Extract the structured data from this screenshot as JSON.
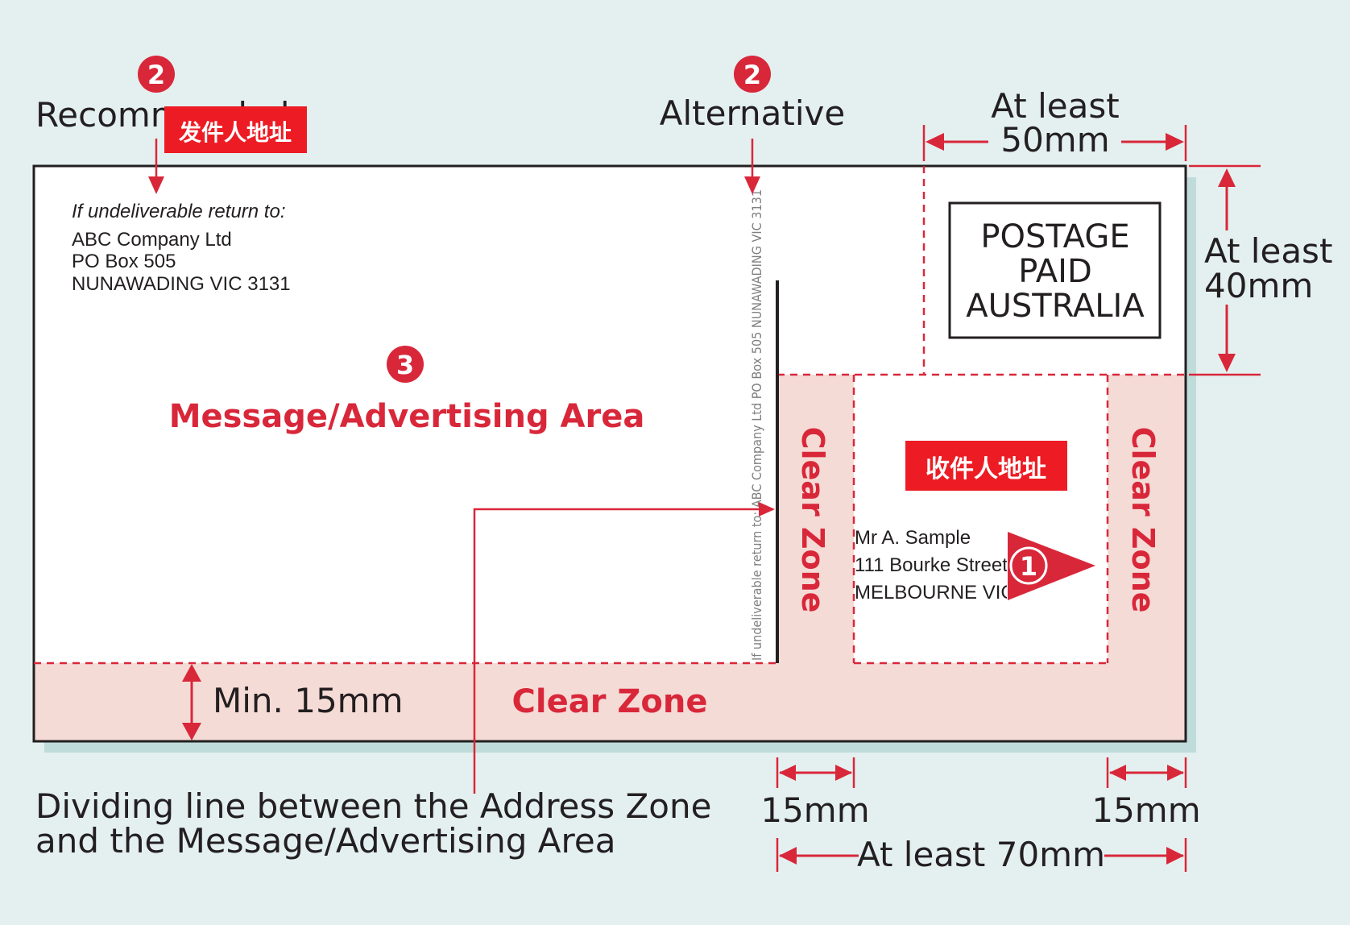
{
  "colors": {
    "background": "#e4f0f0",
    "accent_red": "#d9273a",
    "tag_red": "#ed1c24",
    "clear_zone_fill": "#f5dbd6",
    "envelope": "#ffffff",
    "text": "#231f20"
  },
  "icons": [
    "numbered-circle-icon",
    "arrow-head-icon",
    "triangle-pointer-icon"
  ],
  "labels": {
    "marker_recommended": "2",
    "recommended": "Recommended",
    "marker_alternative": "2",
    "alternative": "Alternative",
    "marker_message": "3",
    "message_area": "Message/Advertising Area",
    "marker_address": "1",
    "sender_tag": "发件人地址",
    "recipient_tag": "收件人地址",
    "clear_zone_right_a": "Clear Zone",
    "clear_zone_right_b": "Clear Zone",
    "clear_zone_bottom": "Clear Zone",
    "min_15mm": "Min. 15mm",
    "dividing_line_1": "Dividing line between the Address Zone",
    "dividing_line_2": "and the Message/Advertising Area"
  },
  "dimensions": {
    "width_line1": "At least",
    "width_line2": "50mm",
    "height_line1": "At least",
    "height_line2": "40mm",
    "left_clear": "15mm",
    "right_clear": "15mm",
    "address_zone_width": "At least 70mm"
  },
  "return_address": {
    "heading": "If undeliverable return to:",
    "line1": "ABC Company Ltd",
    "line2": "PO Box 505",
    "line3": "NUNAWADING  VIC  3131",
    "vertical": "If undeliverable return to: ABC Company Ltd PO Box 505  NUNAWADING  VIC  3131"
  },
  "postage": {
    "line1": "POSTAGE",
    "line2": "PAID",
    "line3": "AUSTRALIA"
  },
  "recipient": {
    "line1": "Mr A. Sample",
    "line2": "111 Bourke Street",
    "line3": "MELBOURNE  VIC  3000"
  }
}
